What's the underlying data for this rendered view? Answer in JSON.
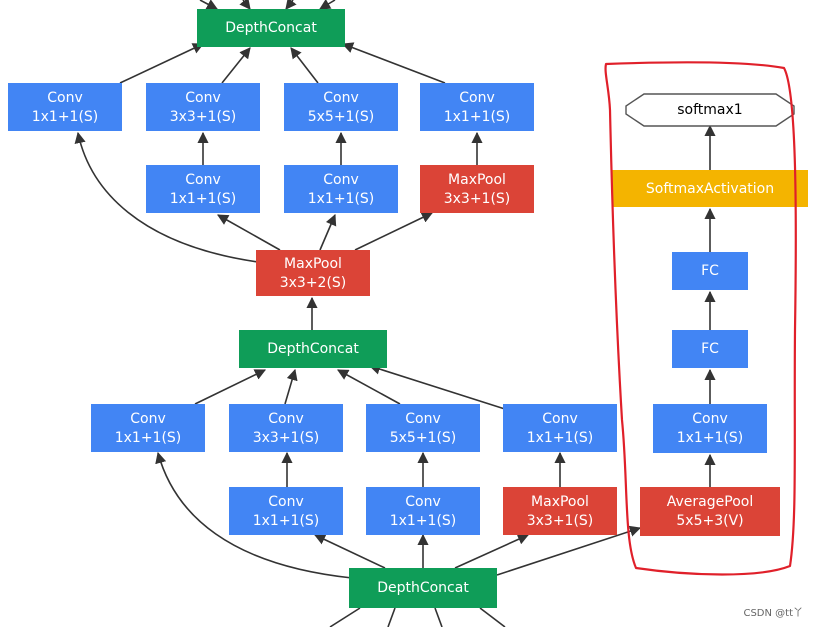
{
  "colors": {
    "conv": "#4285f4",
    "pool": "#db4437",
    "concat": "#0f9d58",
    "activation": "#f4b400",
    "output_fill": "#ffffff",
    "output_stroke": "#555555",
    "highlight": "#e0202a",
    "edge": "#333333"
  },
  "nodes": {
    "concat_top": {
      "l1": "DepthConcat"
    },
    "conv_t1": {
      "l1": "Conv",
      "l2": "1x1+1(S)"
    },
    "conv_t2": {
      "l1": "Conv",
      "l2": "3x3+1(S)"
    },
    "conv_t3": {
      "l1": "Conv",
      "l2": "5x5+1(S)"
    },
    "conv_t4": {
      "l1": "Conv",
      "l2": "1x1+1(S)"
    },
    "conv_t5": {
      "l1": "Conv",
      "l2": "1x1+1(S)"
    },
    "conv_t6": {
      "l1": "Conv",
      "l2": "1x1+1(S)"
    },
    "pool_t": {
      "l1": "MaxPool",
      "l2": "3x3+1(S)"
    },
    "pool_mid": {
      "l1": "MaxPool",
      "l2": "3x3+2(S)"
    },
    "concat_mid": {
      "l1": "DepthConcat"
    },
    "conv_b1": {
      "l1": "Conv",
      "l2": "1x1+1(S)"
    },
    "conv_b2": {
      "l1": "Conv",
      "l2": "3x3+1(S)"
    },
    "conv_b3": {
      "l1": "Conv",
      "l2": "5x5+1(S)"
    },
    "conv_b4": {
      "l1": "Conv",
      "l2": "1x1+1(S)"
    },
    "conv_b5": {
      "l1": "Conv",
      "l2": "1x1+1(S)"
    },
    "conv_b6": {
      "l1": "Conv",
      "l2": "1x1+1(S)"
    },
    "pool_b": {
      "l1": "MaxPool",
      "l2": "3x3+1(S)"
    },
    "concat_bot": {
      "l1": "DepthConcat"
    },
    "softmax": {
      "l1": "softmax1"
    },
    "softmax_act": {
      "l1": "SoftmaxActivation"
    },
    "fc1": {
      "l1": "FC"
    },
    "fc2": {
      "l1": "FC"
    },
    "conv_aux": {
      "l1": "Conv",
      "l2": "1x1+1(S)"
    },
    "avgpool": {
      "l1": "AveragePool",
      "l2": "5x5+3(V)"
    }
  },
  "watermark": "CSDN @tt丫"
}
